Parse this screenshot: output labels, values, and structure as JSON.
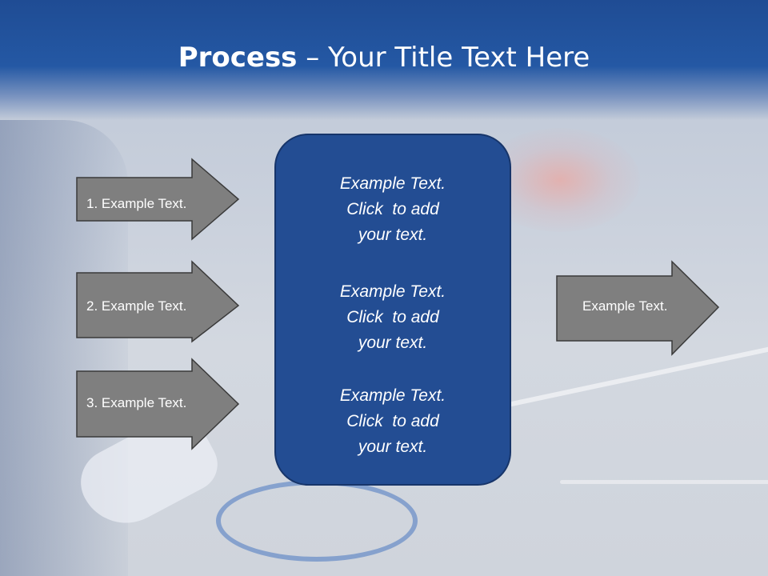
{
  "slide": {
    "title_bold": "Process",
    "title_rest": " – Your Title Text Here"
  },
  "left_arrows": [
    {
      "label": "1. Example Text."
    },
    {
      "label": "2. Example Text."
    },
    {
      "label": "3. Example Text."
    }
  ],
  "center_box": {
    "blocks": [
      {
        "line1": "Example Text.",
        "line2": "Click  to add",
        "line3": "your text."
      },
      {
        "line1": "Example Text.",
        "line2": "Click  to add",
        "line3": "your text."
      },
      {
        "line1": "Example Text.",
        "line2": "Click  to add",
        "line3": "your text."
      }
    ]
  },
  "right_arrow": {
    "label": "Example Text."
  },
  "colors": {
    "header_blue": "#2458a4",
    "box_blue": "#234d93",
    "arrow_gray": "#7f7f7f"
  }
}
